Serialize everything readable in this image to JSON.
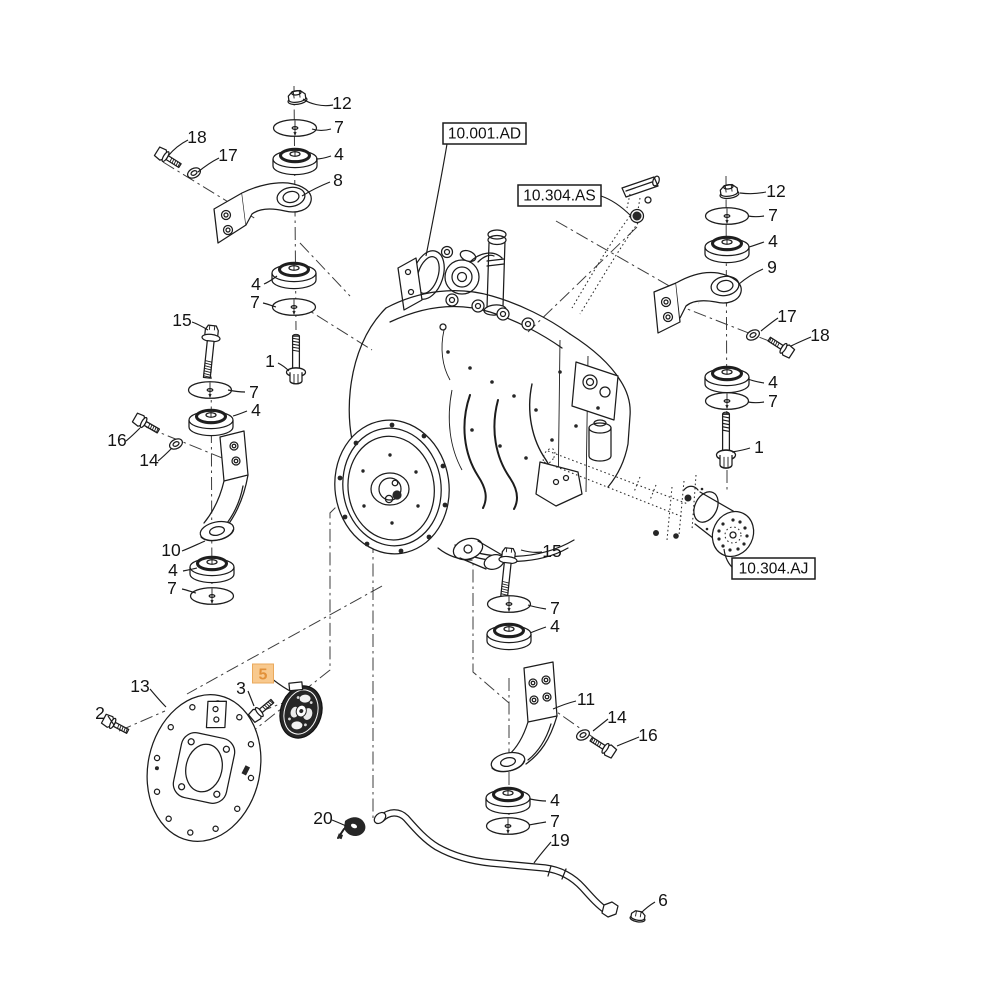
{
  "figure": {
    "type": "exploded-parts-diagram",
    "background": "#ffffff",
    "line_color": "#1c1c1c",
    "centerline_color": "#3c3c3c"
  },
  "ref_labels": {
    "engine": "10.001.AD",
    "fuel_line": "10.304.AS",
    "pump": "10.304.AJ"
  },
  "highlight": {
    "number": "5",
    "fill": "#f8c98e",
    "border": "#eaa95c",
    "text_color": "#e2913a"
  },
  "callouts": [
    {
      "n": "12"
    },
    {
      "n": "7"
    },
    {
      "n": "4"
    },
    {
      "n": "8"
    },
    {
      "n": "18"
    },
    {
      "n": "17"
    },
    {
      "n": "4"
    },
    {
      "n": "7"
    },
    {
      "n": "15"
    },
    {
      "n": "1"
    },
    {
      "n": "7"
    },
    {
      "n": "4"
    },
    {
      "n": "16"
    },
    {
      "n": "14"
    },
    {
      "n": "10"
    },
    {
      "n": "4"
    },
    {
      "n": "7"
    },
    {
      "n": "15"
    },
    {
      "n": "7"
    },
    {
      "n": "4"
    },
    {
      "n": "11"
    },
    {
      "n": "14"
    },
    {
      "n": "16"
    },
    {
      "n": "4"
    },
    {
      "n": "7"
    },
    {
      "n": "12"
    },
    {
      "n": "7"
    },
    {
      "n": "4"
    },
    {
      "n": "9"
    },
    {
      "n": "17"
    },
    {
      "n": "18"
    },
    {
      "n": "4"
    },
    {
      "n": "7"
    },
    {
      "n": "1"
    },
    {
      "n": "13"
    },
    {
      "n": "2"
    },
    {
      "n": "3"
    },
    {
      "n": "20"
    },
    {
      "n": "19"
    },
    {
      "n": "6"
    }
  ]
}
